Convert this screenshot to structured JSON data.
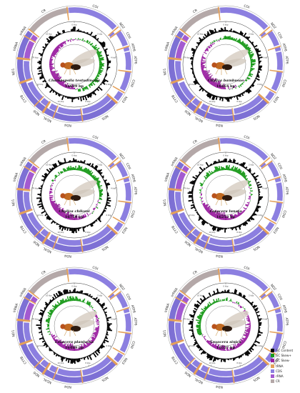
{
  "figure": {
    "panels": [
      {
        "species": "Chamaepsila testudinaria",
        "length": "16699 bp"
      },
      {
        "species": "Chyliza bambusae",
        "length": "16464 bp"
      },
      {
        "species": "Chyliza chikuni",
        "length": "16759 bp"
      },
      {
        "species": "Loxocera lunata",
        "length": "16253 bp"
      },
      {
        "species": "Loxocera planivena",
        "length": "16489 bp"
      },
      {
        "species": "Loxocera sinica",
        "length": "16527 bp"
      }
    ],
    "ring_gene_labels": [
      "CR",
      "COI",
      "COII",
      "ATP8",
      "ATP6",
      "COIII",
      "ND3",
      "ND5",
      "ND4",
      "ND4L",
      "ND6",
      "CYTB",
      "ND1",
      "lrRNA",
      "srRNA",
      "ND2"
    ],
    "tick_labels": [
      "0",
      "2",
      "4",
      "6",
      "8",
      "10",
      "12",
      "14",
      "16"
    ],
    "tick_unit": "kbp"
  },
  "legend": {
    "items": [
      {
        "label": "GC Content",
        "color": "#000000"
      },
      {
        "label": "GC Skew+",
        "color": "#1a9a1a"
      },
      {
        "label": "GC Skew-",
        "color": "#9a1fa0"
      },
      {
        "label": "tRNA",
        "color": "#e4a05a"
      },
      {
        "label": "CDS",
        "color": "#8c7fe0"
      },
      {
        "label": "rRNA",
        "color": "#a35ad0"
      },
      {
        "label": "CR",
        "color": "#b4a8a8"
      }
    ]
  },
  "colors": {
    "cds": "#8c7fe0",
    "cds_dark": "#6f61cf",
    "rrna": "#a35ad0",
    "trna": "#e4a05a",
    "cr": "#b4a8a8",
    "gc_content": "#000000",
    "skew_pos": "#1a9a1a",
    "skew_neg": "#9a1fa0"
  }
}
